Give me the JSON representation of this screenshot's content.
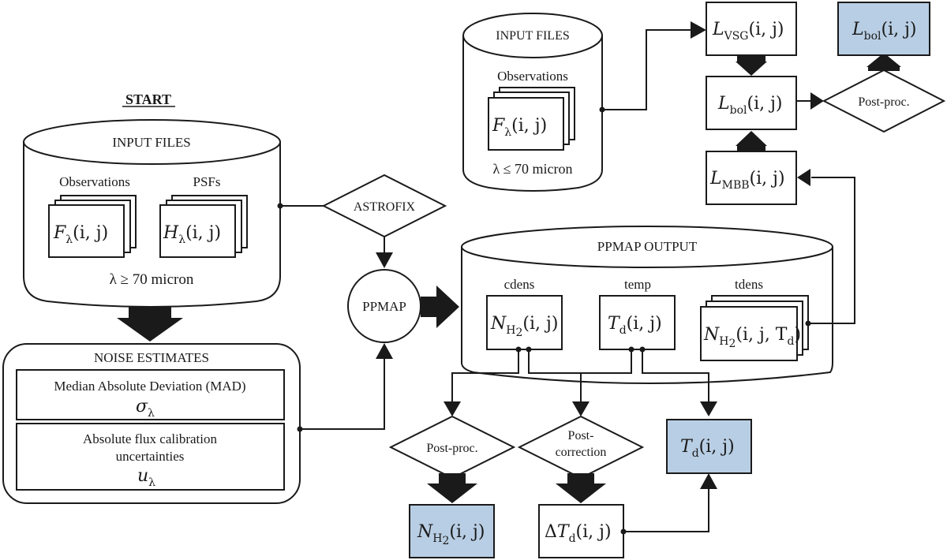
{
  "start_label": "START",
  "input_files_main": {
    "title": "INPUT FILES",
    "observations_label": "Observations",
    "observations_symbol": {
      "base": "F",
      "sub": "λ",
      "args": "(i, j)"
    },
    "psfs_label": "PSFs",
    "psfs_symbol": {
      "base": "H",
      "sub": "λ",
      "args": "(i, j)"
    },
    "range": "λ ≥ 70 micron"
  },
  "noise_estimates": {
    "title": "NOISE ESTIMATES",
    "mad_label": "Median Absolute Deviation (MAD)",
    "mad_symbol": {
      "base": "σ",
      "sub": "λ"
    },
    "calib_label_line1": "Absolute flux calibration",
    "calib_label_line2": "uncertainties",
    "calib_symbol": {
      "base": "u",
      "sub": "λ"
    }
  },
  "astrofix": {
    "label": "ASTROFIX"
  },
  "ppmap": {
    "label": "PPMAP"
  },
  "ppmap_output": {
    "title": "PPMAP OUTPUT",
    "cdens": {
      "label": "cdens",
      "symbol": {
        "base": "N",
        "sub": "H",
        "sub2": "2",
        "args": "(i, j)"
      }
    },
    "temp": {
      "label": "temp",
      "symbol": {
        "base": "T",
        "sub": "d",
        "args": "(i, j)"
      }
    },
    "tdens": {
      "label": "tdens",
      "symbol": {
        "base": "N",
        "sub": "H",
        "sub2": "2",
        "args": "(i, j, T",
        "tail_sub": "d",
        "tail": ")"
      }
    }
  },
  "post_proc_cdens": {
    "label": "Post-proc."
  },
  "post_correction": {
    "label_line1": "Post-",
    "label_line2": "correction"
  },
  "result_nh2": {
    "symbol": {
      "base": "N",
      "sub": "H",
      "sub2": "2",
      "args": "(i, j)"
    }
  },
  "delta_td": {
    "symbol": {
      "prefix": "Δ",
      "base": "T",
      "sub": "d",
      "args": "(i, j)"
    }
  },
  "result_td": {
    "symbol": {
      "base": "T",
      "sub": "d",
      "args": "(i, j)"
    }
  },
  "input_files_short": {
    "title": "INPUT FILES",
    "observations_label": "Observations",
    "observations_symbol": {
      "base": "F",
      "sub": "λ",
      "args": "(i, j)"
    },
    "range": "λ ≤ 70 micron"
  },
  "l_vsg": {
    "symbol": {
      "base": "L",
      "sub": "VSG",
      "args": "(i, j)"
    }
  },
  "l_bol": {
    "symbol": {
      "base": "L",
      "sub": "bol",
      "args": "(i, j)"
    }
  },
  "l_mbb": {
    "symbol": {
      "base": "L",
      "sub": "MBB",
      "args": "(i, j)"
    }
  },
  "post_proc_lbol": {
    "label": "Post-proc."
  },
  "result_lbol": {
    "symbol": {
      "base": "L",
      "sub": "bol",
      "args": "(i, j)"
    }
  },
  "colors": {
    "highlight": "#b8cee4",
    "stroke": "#1a1a1a"
  }
}
